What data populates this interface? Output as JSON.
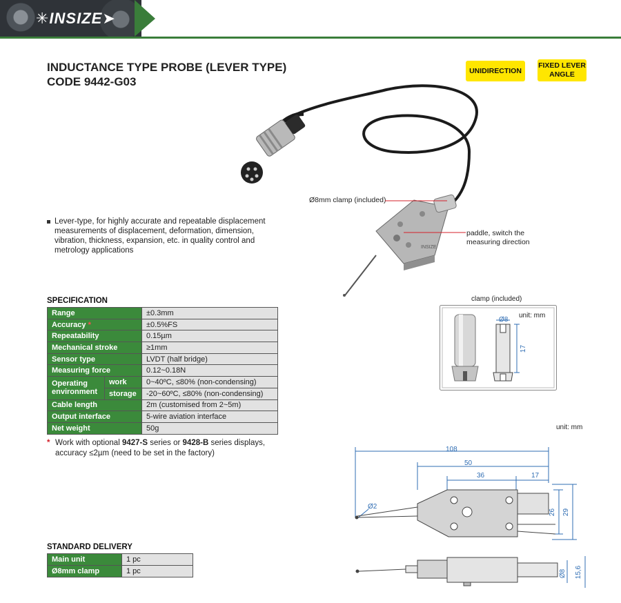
{
  "header": {
    "logo_text": "✳INSIZE➤",
    "logo": "INSIZE"
  },
  "title": {
    "line1": "INDUCTANCE TYPE PROBE (LEVER TYPE)",
    "line2": "CODE 9442-G03"
  },
  "badges": {
    "unidirection": "UNIDIRECTION",
    "fixed_lever_line1": "FIXED LEVER",
    "fixed_lever_line2": "ANGLE"
  },
  "callouts": {
    "clamp": "Ø8mm clamp (included)",
    "paddle_line1": "paddle, switch the",
    "paddle_line2": "measuring direction",
    "probe_logo": "INSIZE"
  },
  "bullet": {
    "line1": "Lever-type, for highly accurate and repeatable displacement",
    "line2": "measurements of displacement, deformation, dimension,",
    "line3": "vibration, thickness, expansion, etc. in quality control and",
    "line4": "metrology applications"
  },
  "specification": {
    "title": "SPECIFICATION",
    "rows": {
      "range": {
        "label": "Range",
        "value": "±0.3mm"
      },
      "accuracy": {
        "label": "Accuracy",
        "value": "±0.5%FS"
      },
      "repeatability": {
        "label": "Repeatability",
        "value": "0.15µm"
      },
      "stroke": {
        "label": "Mechanical stroke",
        "value": "≥1mm"
      },
      "sensor": {
        "label": "Sensor type",
        "value": "LVDT (half bridge)"
      },
      "force": {
        "label": "Measuring force",
        "value": "0.12~0.18N"
      },
      "env": {
        "label_line1": "Operating",
        "label_line2": "environment",
        "work_label": "work",
        "work_value": "0~40ºC, ≤80% (non-condensing)",
        "storage_label": "storage",
        "storage_value": "-20~60ºC, ≤80% (non-condensing)"
      },
      "cable": {
        "label": "Cable length",
        "value": "2m (customised from 2~5m)"
      },
      "output": {
        "label": "Output interface",
        "value": "5-wire aviation interface"
      },
      "weight": {
        "label": "Net weight",
        "value": "50g"
      }
    },
    "accuracy_mark": "*"
  },
  "note": {
    "star": "*",
    "text_a": "Work with optional ",
    "bold_a": "9427-S",
    "text_b": " series or ",
    "bold_b": "9428-B",
    "text_c": " series displays,",
    "line2": "accuracy ≤2µm (need to be set in the factory)"
  },
  "clamp_drawing": {
    "title": "clamp (included)",
    "unit": "unit: mm",
    "dia": "Ø8",
    "height": "17"
  },
  "dimension_drawing": {
    "unit": "unit: mm",
    "d108": "108",
    "d50": "50",
    "d36": "36",
    "d17": "17",
    "d2": "Ø2",
    "d26": "26",
    "d29": "29",
    "d8": "Ø8",
    "d15_6": "15,6"
  },
  "delivery": {
    "title": "STANDARD DELIVERY",
    "main_unit": {
      "label": "Main unit",
      "value": "1 pc"
    },
    "clamp": {
      "label": "Ø8mm clamp",
      "value": "1 pc"
    }
  },
  "colors": {
    "brand_green": "#3b8a3b",
    "badge_yellow": "#ffe600",
    "table_gray": "#e2e2e2",
    "star_red": "#d4202a",
    "dim_blue": "#2f6db3"
  }
}
